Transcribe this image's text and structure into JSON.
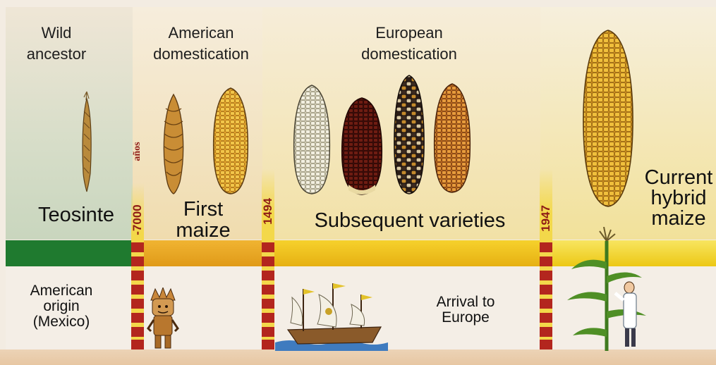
{
  "headers": {
    "wild": [
      "Wild",
      "ancestor"
    ],
    "american": [
      "American",
      "domestication"
    ],
    "european": [
      "European",
      "domestication"
    ]
  },
  "labels": {
    "teosinte": "Teosinte",
    "first_maize": [
      "First",
      "maize"
    ],
    "subsequent": "Subsequent varieties",
    "current": [
      "Current",
      "hybrid",
      "maize"
    ],
    "american_origin": [
      "American",
      "origin",
      "(Mexico)"
    ],
    "arrival": [
      "Arrival to",
      "Europe"
    ]
  },
  "years": {
    "unit": "años",
    "y1": "-7000",
    "y2": "1494",
    "y3": "1947"
  },
  "colors": {
    "green_band": "#1f7a2f",
    "orange_band": "#e8a21a",
    "yellow_band": "#f0c818",
    "scale_red": "#b3261e",
    "scale_text": "#8e1b16"
  }
}
